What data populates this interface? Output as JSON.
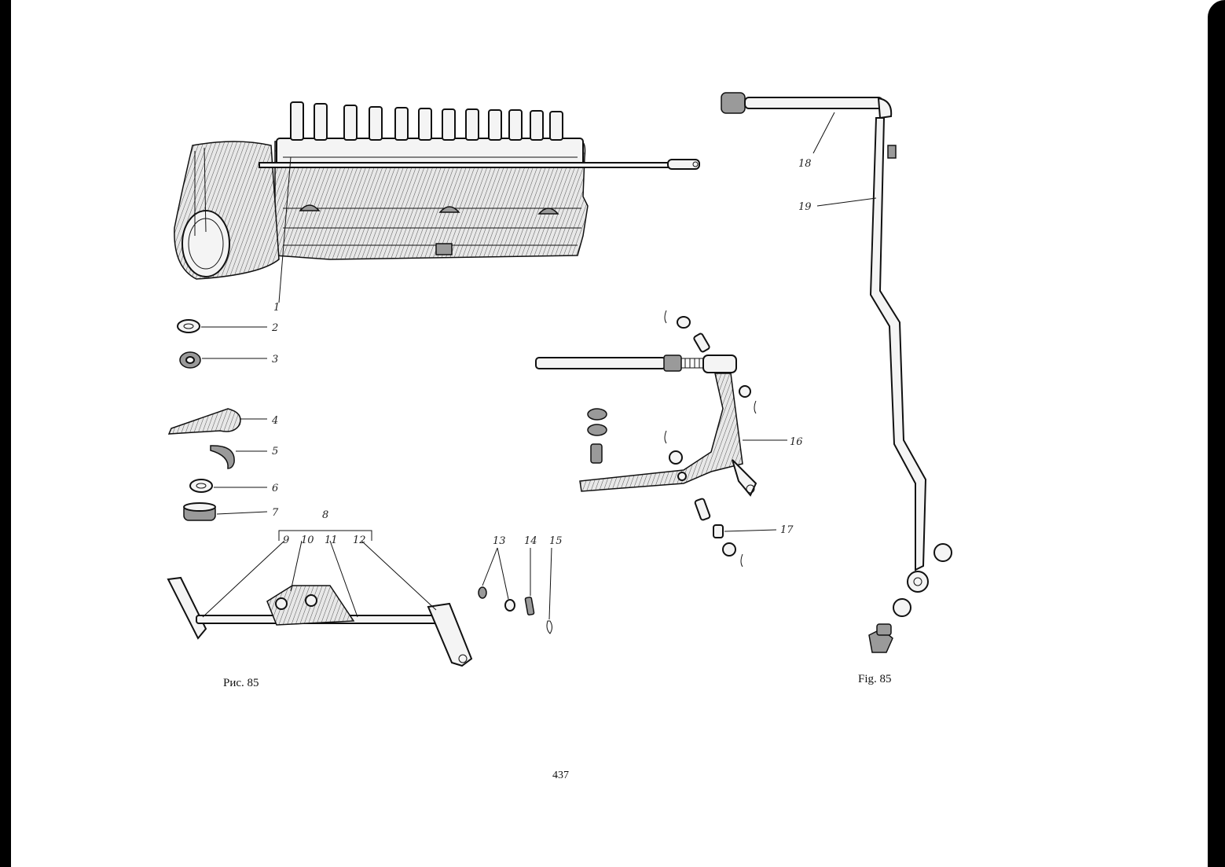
{
  "captions": {
    "left": "Рис. 85",
    "right": "Fig. 85",
    "page_number": "437"
  },
  "callouts": [
    "1",
    "2",
    "3",
    "4",
    "5",
    "6",
    "7",
    "8",
    "9",
    "10",
    "11",
    "12",
    "13",
    "14",
    "15",
    "16",
    "17",
    "18",
    "19"
  ],
  "colors": {
    "paper": "#ffffff",
    "ink": "#111111",
    "scan_edge": "#000000"
  }
}
